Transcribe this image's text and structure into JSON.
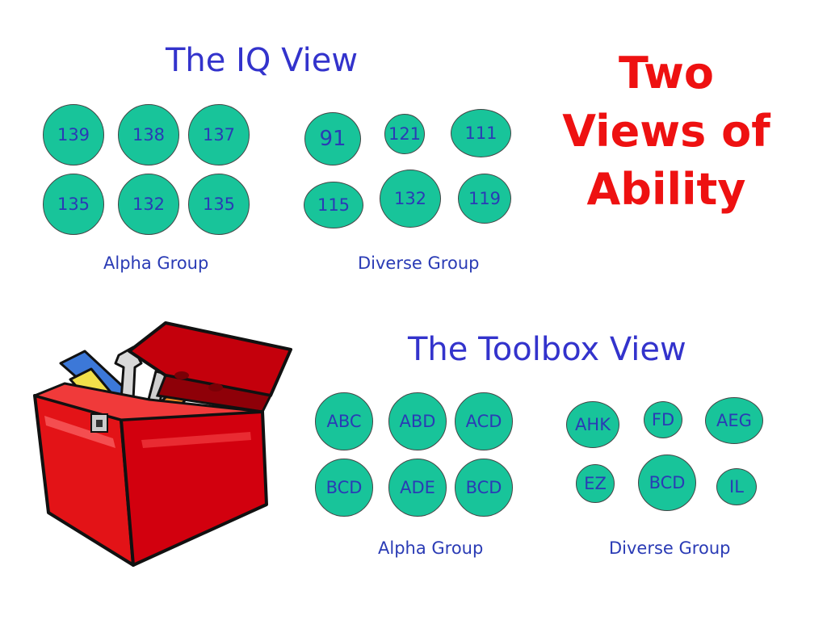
{
  "slide_title": [
    "Two",
    "Views of",
    "Ability"
  ],
  "iq_view": {
    "title": "The IQ View",
    "alpha": {
      "label": "Alpha Group",
      "members": [
        "139",
        "138",
        "137",
        "135",
        "132",
        "135"
      ]
    },
    "diverse": {
      "label": "Diverse Group",
      "members": [
        "91",
        "121",
        "111",
        "115",
        "132",
        "119"
      ]
    }
  },
  "toolbox_view": {
    "title": "The Toolbox View",
    "alpha": {
      "label": "Alpha Group",
      "members": [
        "ABC",
        "ABD",
        "ACD",
        "BCD",
        "ADE",
        "BCD"
      ]
    },
    "diverse": {
      "label": "Diverse Group",
      "members": [
        "AHK",
        "FD",
        "AEG",
        "EZ",
        "BCD",
        "IL"
      ]
    }
  },
  "colors": {
    "circle_fill": "#18c49a",
    "circle_text": "#2a3bb5",
    "section_title": "#3333cc",
    "slide_title": "#ee1111",
    "toolbox_red": "#dd1111"
  },
  "icons": [
    "toolbox-icon"
  ]
}
